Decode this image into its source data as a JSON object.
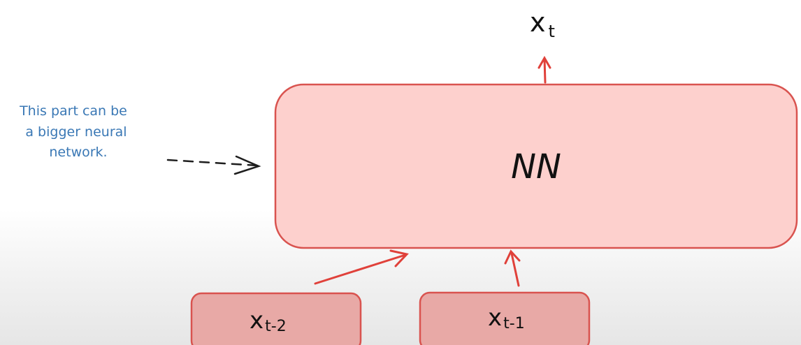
{
  "diagram": {
    "nn_label": "NN",
    "output_label": "x",
    "output_subscript": "t",
    "inputs": [
      {
        "label": "x",
        "subscript": "t-2"
      },
      {
        "label": "x",
        "subscript": "t-1"
      }
    ],
    "annotation_lines": [
      "This part can be",
      "a bigger neural",
      "network."
    ],
    "colors": {
      "nn_fill": "#fdd0cd",
      "nn_stroke": "#d9534f",
      "input_fill": "#e8a9a6",
      "input_stroke": "#d9534f",
      "arrow": "#e0413a",
      "annotation": "#3a78b5",
      "dashed_arrow": "#1e1e1e"
    }
  }
}
